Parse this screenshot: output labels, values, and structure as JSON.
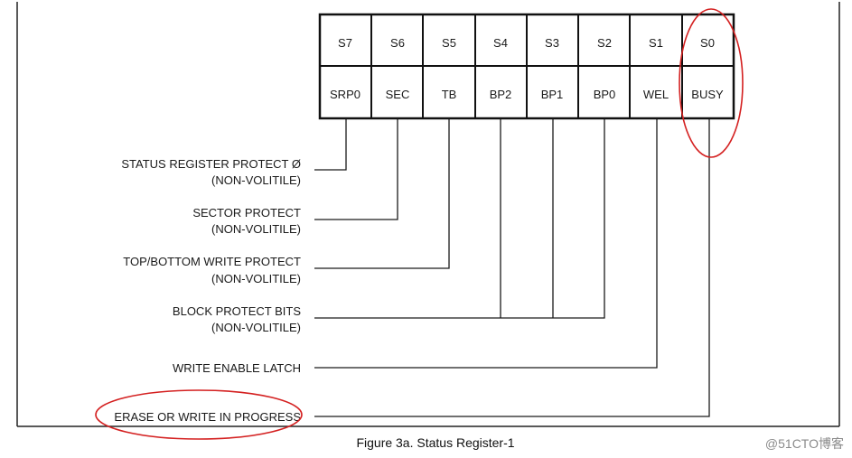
{
  "figure": {
    "caption": "Figure 3a. Status Register-1",
    "watermark": "@51CTO博客"
  },
  "register": {
    "bits": [
      "S7",
      "S6",
      "S5",
      "S4",
      "S3",
      "S2",
      "S1",
      "S0"
    ],
    "fields": [
      "SRP0",
      "SEC",
      "TB",
      "BP2",
      "BP1",
      "BP0",
      "WEL",
      "BUSY"
    ]
  },
  "labels": [
    {
      "line1": "STATUS REGISTER PROTECT Ø",
      "line2": "(NON-VOLITILE)"
    },
    {
      "line1": "SECTOR PROTECT",
      "line2": "(NON-VOLITILE)"
    },
    {
      "line1": "TOP/BOTTOM WRITE PROTECT",
      "line2": "(NON-VOLITILE)"
    },
    {
      "line1": "BLOCK PROTECT BITS",
      "line2": "(NON-VOLITILE)"
    },
    {
      "line1": "WRITE ENABLE LATCH"
    },
    {
      "line1": "ERASE OR WRITE IN PROGRESS"
    }
  ],
  "colors": {
    "line": "#1a1a1a",
    "highlight": "#d42020",
    "frame": "#222222"
  }
}
